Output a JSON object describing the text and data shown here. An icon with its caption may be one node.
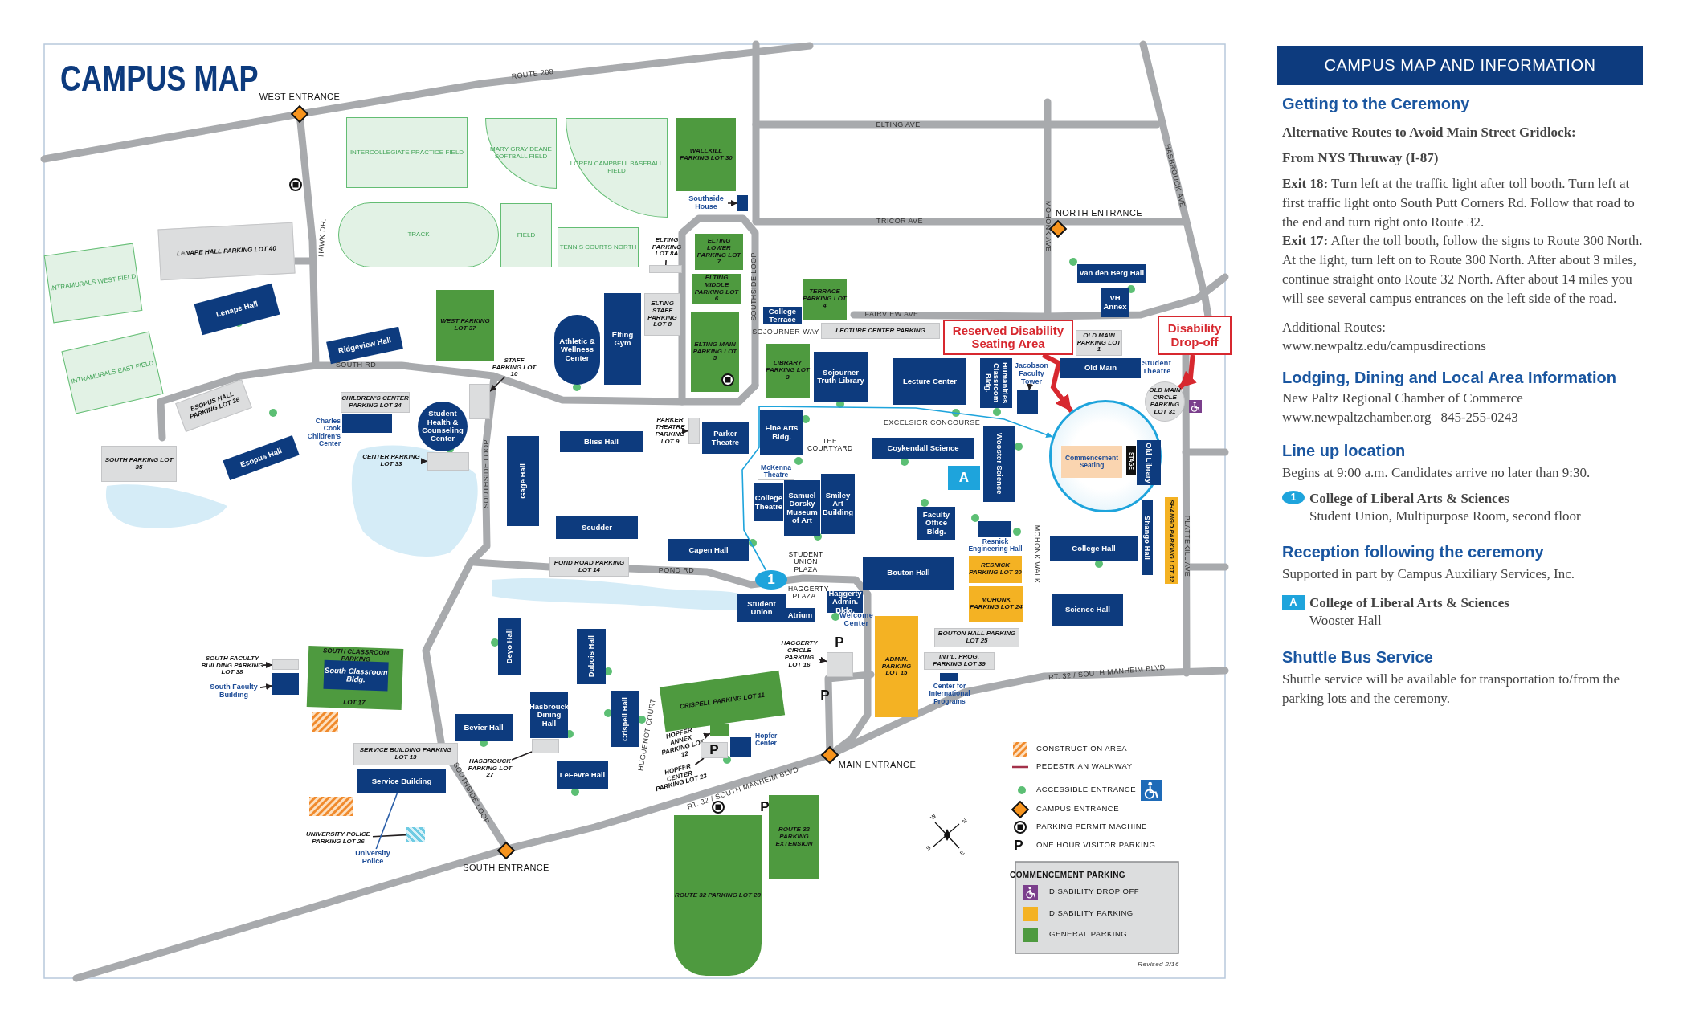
{
  "diagram": {
    "title": "CAMPUS MAP",
    "nodes": [
      {
        "text": [
          "INTERCOLLEGIATE PRACTICE FIELD"
        ]
      },
      {
        "text": [
          "TRACK"
        ]
      },
      {
        "text": [
          "MARY GRAY DEANE SOFTBALL FIELD"
        ]
      },
      {
        "text": [
          "LOREN CAMPBELL BASEBALL FIELD"
        ]
      },
      {
        "text": [
          "FIELD"
        ]
      },
      {
        "text": [
          "TENNIS COURTS NORTH"
        ]
      },
      {
        "text": [
          "INTRAMURALS WEST FIELD"
        ]
      },
      {
        "text": [
          "INTRAMURALS EAST FIELD"
        ]
      },
      {
        "text": [
          "LENAPE HALL PARKING LOT 40"
        ]
      },
      {
        "text": [
          "WALLKILL PARKING LOT 30"
        ]
      },
      {
        "text": [
          "Southside House"
        ]
      },
      {
        "text": [],
        "shape": "box"
      },
      {
        "text": [
          "ELTING PARKING LOT 8A"
        ]
      },
      {
        "text": [],
        "shape": "box"
      },
      {
        "text": [
          "ELTING LOWER PARKING LOT 7"
        ]
      },
      {
        "text": [
          "ELTING MIDDLE PARKING LOT 6"
        ]
      },
      {
        "text": [
          "ELTING STAFF PARKING LOT 8"
        ]
      },
      {
        "text": [
          "ELTING MAIN PARKING LOT 5"
        ]
      },
      {
        "text": [
          "TERRACE PARKING LOT 4"
        ]
      },
      {
        "text": [
          "College Terrace"
        ]
      },
      {
        "text": [
          "van den Berg Hall"
        ]
      },
      {
        "text": [
          "VH Annex"
        ]
      },
      {
        "text": [
          "Lenape Hall"
        ]
      },
      {
        "text": [
          "Ridgeview Hall"
        ]
      },
      {
        "text": [
          "WEST PARKING LOT 37"
        ]
      },
      {
        "text": [
          "Athletic & Wellness Center"
        ]
      },
      {
        "text": [
          "Elting Gym"
        ]
      },
      {
        "text": [
          "LIBRARY PARKING LOT 3"
        ]
      },
      {
        "text": [
          "Sojourner Truth Library"
        ]
      },
      {
        "text": [
          "LECTURE CENTER PARKING"
        ]
      },
      {
        "text": [
          "Lecture Center"
        ]
      },
      {
        "text": [
          "Humanities Classroom Bldg."
        ]
      },
      {
        "text": [
          "Jacobson Faculty Tower"
        ]
      },
      {
        "text": [],
        "shape": "box"
      },
      {
        "text": [
          "OLD MAIN PARKING LOT 1"
        ]
      },
      {
        "text": [
          "Old Main"
        ]
      },
      {
        "text": [
          "Reserved Disability Seating Area"
        ]
      },
      {
        "text": [
          "Disability Drop-off"
        ]
      },
      {
        "text": [
          "OLD MAIN CIRCLE PARKING LOT 31"
        ]
      },
      {
        "text": [],
        "shape": "circle"
      },
      {
        "text": [
          "Commencement Seating"
        ],
        "in": 39
      },
      {
        "text": [
          "STAGE"
        ],
        "in": 39
      },
      {
        "text": [
          "Old Library"
        ],
        "in": 39
      },
      {
        "text": [
          "Coykendall Science"
        ]
      },
      {
        "text": [
          "Wooster Science"
        ]
      },
      {
        "text": [
          "A"
        ]
      },
      {
        "text": [
          "Faculty Office Bldg."
        ]
      },
      {
        "text": [],
        "shape": "box",
        "beside": [
          "Resnick Engineering Hall"
        ]
      },
      {
        "text": [
          "RESNICK PARKING LOT 20"
        ]
      },
      {
        "text": [
          "MOHONK PARKING LOT 24"
        ]
      },
      {
        "text": [
          "BOUTON HALL PARKING LOT 25"
        ]
      },
      {
        "text": [
          "College Hall"
        ]
      },
      {
        "text": [
          "Shango Hall"
        ]
      },
      {
        "text": [
          "SHANGO PARKING LOT 32"
        ]
      },
      {
        "text": [
          "Science Hall"
        ]
      },
      {
        "text": [
          "Bouton Hall"
        ]
      },
      {
        "text": [
          "ADMIN. PARKING LOT 15"
        ]
      },
      {
        "text": [
          "INT'L. PROG. PARKING LOT 39"
        ]
      },
      {
        "text": [],
        "shape": "box",
        "beside": [
          "Center for International Programs"
        ]
      },
      {
        "text": [
          "PARKER THEATRE PARKING LOT 9"
        ]
      },
      {
        "text": [],
        "shape": "box"
      },
      {
        "text": [
          "Parker Theatre"
        ]
      },
      {
        "text": [
          "Fine Arts Bldg."
        ]
      },
      {
        "text": [
          "Bliss Hall"
        ]
      },
      {
        "text": [
          "Gage Hall"
        ]
      },
      {
        "text": [
          "Scudder"
        ]
      },
      {
        "text": [
          "Capen Hall"
        ]
      },
      {
        "text": [
          "McKenna Theatre"
        ]
      },
      {
        "text": [
          "College Theatre"
        ]
      },
      {
        "text": [
          "Samuel Dorsky Museum of Art"
        ]
      },
      {
        "text": [
          "Smiley Art Building"
        ]
      },
      {
        "text": [
          "1"
        ]
      },
      {
        "text": [
          "Student Union"
        ]
      },
      {
        "text": [
          "Atrium"
        ]
      },
      {
        "text": [
          "Haggerty Admin. Bldg."
        ]
      },
      {
        "text": [
          "POND ROAD PARKING LOT 14"
        ]
      },
      {
        "text": [
          "HAGGERTY CIRCLE PARKING LOT 16"
        ]
      },
      {
        "text": [],
        "shape": "box"
      },
      {
        "text": [],
        "shape": "box",
        "beside": [
          "Charles Cook Children's Center"
        ]
      },
      {
        "text": [
          "CHILDREN'S CENTER PARKING LOT 34"
        ]
      },
      {
        "text": [
          "Student Health & Counseling Center"
        ]
      },
      {
        "text": [
          "CENTER PARKING LOT 33"
        ]
      },
      {
        "text": [],
        "shape": "box"
      },
      {
        "text": [
          "STAFF PARKING LOT 10"
        ]
      },
      {
        "text": [],
        "shape": "box"
      },
      {
        "text": [
          "ESOPUS HALL PARKING LOT 36"
        ]
      },
      {
        "text": [
          "Esopus Hall"
        ]
      },
      {
        "text": [
          "SOUTH PARKING LOT 35"
        ]
      },
      {
        "text": [
          "Deyo Hall"
        ]
      },
      {
        "text": [
          "Dubois Hall"
        ]
      },
      {
        "text": [
          "SOUTH FACULTY BUILDING PARKING LOT 38"
        ]
      },
      {
        "text": [],
        "shape": "box"
      },
      {
        "text": [
          "South Faculty Building"
        ]
      },
      {
        "text": [],
        "shape": "box"
      },
      {
        "text": [
          "SOUTH CLASSROOM PARKING",
          "LOT 17"
        ]
      },
      {
        "text": [
          "South Classroom Bldg."
        ],
        "in": 94
      },
      {
        "text": [
          "Bevier Hall"
        ]
      },
      {
        "text": [
          "Hasbrouck Dining Hall"
        ]
      },
      {
        "text": [
          "HASBROUCK PARKING LOT 27"
        ]
      },
      {
        "text": [],
        "shape": "box"
      },
      {
        "text": [
          "LeFevre Hall"
        ]
      },
      {
        "text": [
          "Crispell Hall"
        ]
      },
      {
        "text": [
          "CRISPELL PARKING LOT 11"
        ]
      },
      {
        "text": [
          "HOPFER ANNEX PARKING LOT 12"
        ]
      },
      {
        "text": [],
        "shape": "box"
      },
      {
        "text": [
          "HOPFER CENTER PARKING LOT 23"
        ]
      },
      {
        "text": [],
        "shape": "box"
      },
      {
        "text": [],
        "shape": "box",
        "beside": [
          "Hopfer Center"
        ]
      },
      {
        "text": [
          "SERVICE BUILDING PARKING LOT 13"
        ]
      },
      {
        "text": [
          "Service Building"
        ]
      },
      {
        "text": [
          "UNIVERSITY POLICE PARKING LOT 26"
        ]
      },
      {
        "text": [],
        "shape": "box"
      },
      {
        "text": [
          "University Police"
        ]
      },
      {
        "text": [
          "ROUTE 32 PARKING LOT 28"
        ]
      },
      {
        "text": [
          "ROUTE 32 PARKING EXTENSION"
        ]
      }
    ],
    "edges": [
      {
        "from": 83,
        "to": 84,
        "arrow": "to"
      },
      {
        "from": 81,
        "to": 82,
        "arrow": "to"
      },
      {
        "from": 10,
        "to": 11,
        "arrow": "to",
        "style": "dashed"
      },
      {
        "from": 12,
        "to": 13,
        "arrow": "none"
      },
      {
        "from": 59,
        "to": 60,
        "arrow": "to"
      },
      {
        "from": 32,
        "to": 33,
        "arrow": "to"
      },
      {
        "from": 36,
        "to": 39,
        "arrow": "to",
        "style": "thick",
        "color": "#d7282f"
      },
      {
        "from": 37,
        "to": 38,
        "arrow": "to",
        "style": "thick",
        "color": "#d7282f"
      },
      {
        "from": 71,
        "to": 39,
        "arrow": "to",
        "color": "#1ea4dc"
      },
      {
        "from": 76,
        "to": 77,
        "arrow": "to"
      },
      {
        "from": 103,
        "to": 104,
        "arrow": "to"
      },
      {
        "from": 105,
        "to": 106,
        "arrow": "none"
      },
      {
        "from": 90,
        "to": 91,
        "arrow": "to"
      },
      {
        "from": 92,
        "to": 93,
        "arrow": "to"
      },
      {
        "from": 110,
        "to": 111,
        "arrow": "none"
      },
      {
        "from": 112,
        "to": 109,
        "arrow": "none",
        "color": "#2a5ea8"
      },
      {
        "from": 98,
        "to": 99,
        "arrow": "none"
      }
    ],
    "labels": [
      "WEST ENTRANCE",
      "ROUTE 208",
      "HAWK DR.",
      "ELTING AVE",
      "TRICOR AVE",
      "NORTH ENTRANCE",
      "MOHONK AVE",
      "HASBROUCK AVE",
      "SOUTHSIDE LOOP",
      "FAIRVIEW AVE",
      "SOJOURNER WAY",
      "SOUTH RD",
      "Student Theatre",
      "EXCELSIOR CONCOURSE",
      "THE COURTYARD",
      "SOUTHSIDE LOOP",
      "PLATTEKILL AVE",
      "MOHONK WALK",
      "STUDENT UNION PLAZA",
      "POND RD",
      "HAGGERTY PLAZA",
      "Welcome Center",
      "P",
      "P",
      "RT. 32 / SOUTH MANHEIM BLVD",
      "HUGUENOT COURT",
      "P",
      "MAIN ENTRANCE",
      "RT. 32 / SOUTH MANHEIM BLVD",
      "P",
      "SOUTHSIDE LOOP",
      "SOUTH ENTRANCE",
      "W",
      "N",
      "S",
      "E",
      "COMMENCEMENT PARKING",
      "P",
      "Revised 2/16",
      "CAMPUS MAP AND INFORMATION",
      "Getting to the Ceremony",
      "Alternative Routes to Avoid Main Street Gridlock:",
      "From NYS Thruway (I-87)",
      "**Exit 18:** Turn left at the traffic light after toll booth. Turn left at first traffic light onto South Putt Corners Rd. Follow that road to the end and turn right onto Route 32.",
      "**Exit 17:** After the toll booth, follow the signs to Route 300 North. At the light, turn left on to Route 300 North. After about 3 miles, continue straight onto Route 32 North. After about 14 miles you will see several campus entrances on the left side of the road.",
      "Additional Routes:",
      "www.newpaltz.edu/campusdirections",
      "Lodging, Dining and Local Area Information",
      "New Paltz Regional Chamber of Commerce",
      "www.newpaltzchamber.org | 845-255-0243",
      "Line up location",
      "Begins at 9:00 a.m. Candidates arrive no later than 9:30.",
      "1",
      "College of Liberal Arts & Sciences",
      "Student Union, Multipurpose Room, second floor",
      "Reception following the ceremony",
      "Supported in part by Campus Auxiliary Services, Inc.",
      "A",
      "College of Liberal Arts & Sciences",
      "Wooster Hall",
      "Shuttle Bus Service",
      "Shuttle service will be available for transportation to/from the parking lots and the ceremony."
    ],
    "legend": [
      {
        "text": "CONSTRUCTION AREA"
      },
      {
        "text": "PEDESTRIAN WALKWAY"
      },
      {
        "text": "ACCESSIBLE ENTRANCE",
        "color": "#5cbf74"
      },
      {
        "text": "CAMPUS ENTRANCE"
      },
      {
        "text": "PARKING PERMIT MACHINE"
      },
      {
        "text": "ONE HOUR VISITOR PARKING"
      },
      {
        "text": "DISABILITY DROP OFF"
      },
      {
        "text": "DISABILITY PARKING",
        "color": "#f4b223"
      },
      {
        "text": "GENERAL PARKING",
        "color": "#4e9a3f"
      }
    ]
  }
}
